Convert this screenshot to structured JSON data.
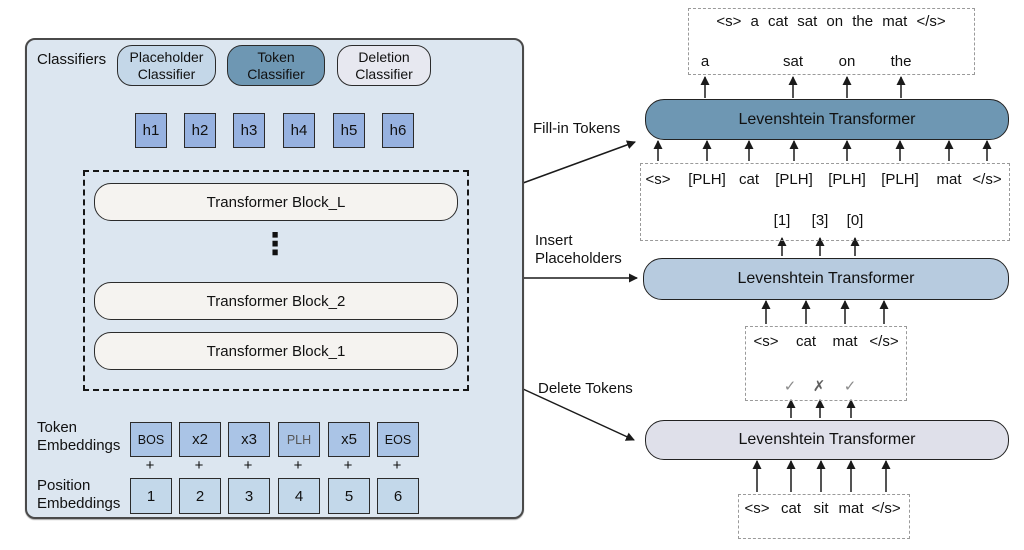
{
  "colors": {
    "panel_bg": "#dce6f0",
    "placeholder_classifier_fill": "#c4d7e8",
    "token_classifier_fill": "#6e97b3",
    "deletion_classifier_fill": "#e7e8f0",
    "hidden_state_fill": "#97b2e0",
    "transformer_block_fill": "#f5f3f0",
    "token_embedding_fill": "#aac4e6",
    "position_embedding_fill": "#c3d8ea",
    "levt_fill_in_fill": "#6e97b3",
    "levt_insert_fill": "#b7cbdf",
    "levt_delete_fill": "#dfe0ea"
  },
  "left_panel": {
    "title": "Classifiers",
    "classifiers": [
      {
        "line1": "Placeholder",
        "line2": "Classifier"
      },
      {
        "line1": "Token",
        "line2": "Classifier"
      },
      {
        "line1": "Deletion",
        "line2": "Classifier"
      }
    ],
    "hidden_states": [
      "h1",
      "h2",
      "h3",
      "h4",
      "h5",
      "h6"
    ],
    "dots": "⋮",
    "blocks": [
      "Transformer Block_L",
      "Transformer Block_2",
      "Transformer Block_1"
    ],
    "token_embeddings_label": {
      "line1": "Token",
      "line2": "Embeddings"
    },
    "position_embeddings_label": {
      "line1": "Position",
      "line2": "Embeddings"
    },
    "token_embeddings": [
      "BOS",
      "x2",
      "x3",
      "PLH",
      "x5",
      "EOS"
    ],
    "plus": "+",
    "position_embeddings": [
      "1",
      "2",
      "3",
      "4",
      "5",
      "6"
    ]
  },
  "right": {
    "transformer_label": "Levenshtein Transformer",
    "fill_in": {
      "label": "Fill-in Tokens",
      "output_sentence": "<s> a cat sat on the mat </s>",
      "predicted_tokens": [
        "a",
        "sat",
        "on",
        "the"
      ],
      "input_tokens": [
        "<s>",
        "[PLH]",
        "cat",
        "[PLH]",
        "[PLH]",
        "[PLH]",
        "mat",
        "</s>"
      ]
    },
    "insert": {
      "label_line1": "Insert",
      "label_line2": "Placeholders",
      "placeholder_counts": [
        "[1]",
        "[3]",
        "[0]"
      ],
      "input_tokens": [
        "<s>",
        "cat",
        "mat",
        "</s>"
      ]
    },
    "delete": {
      "label": "Delete Tokens",
      "decisions": [
        "✓",
        "✗",
        "✓"
      ],
      "input_tokens": [
        "<s>",
        "cat",
        "sit",
        "mat",
        "</s>"
      ]
    }
  }
}
